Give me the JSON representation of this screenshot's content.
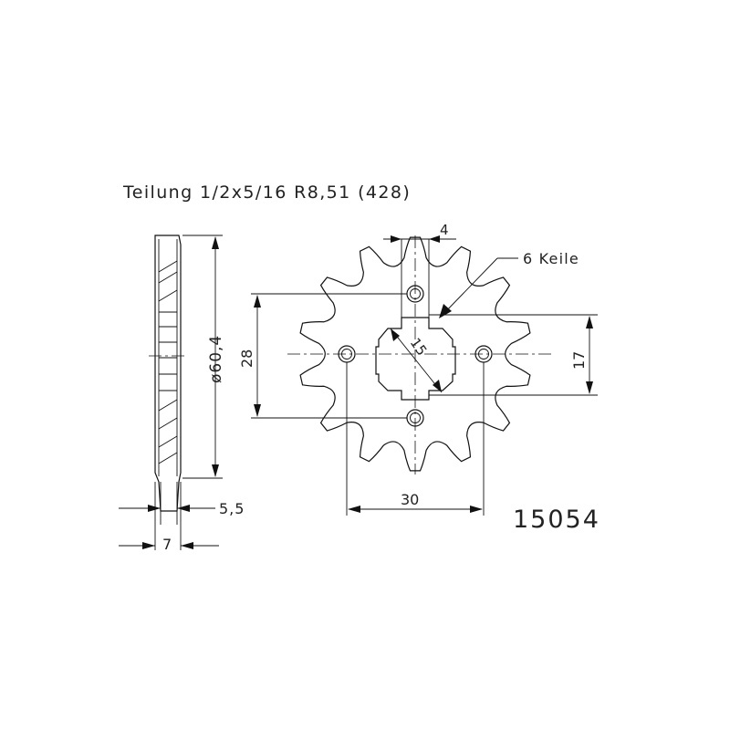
{
  "title": "Teilung 1/2x5/16  R8,51  (428)",
  "part_number": "15054",
  "dimensions": {
    "outer_diameter": "ø60,4",
    "width_outer": "7",
    "width_tooth": "5,5",
    "bolt_spacing_vertical": "28",
    "bolt_spacing_horizontal": "30",
    "spline_width": "4",
    "spline_count": "6 Keile",
    "bore_diameter": "15",
    "spline_height": "17"
  },
  "teeth_count": 14,
  "colors": {
    "ink": "#111111",
    "background": "#ffffff"
  }
}
